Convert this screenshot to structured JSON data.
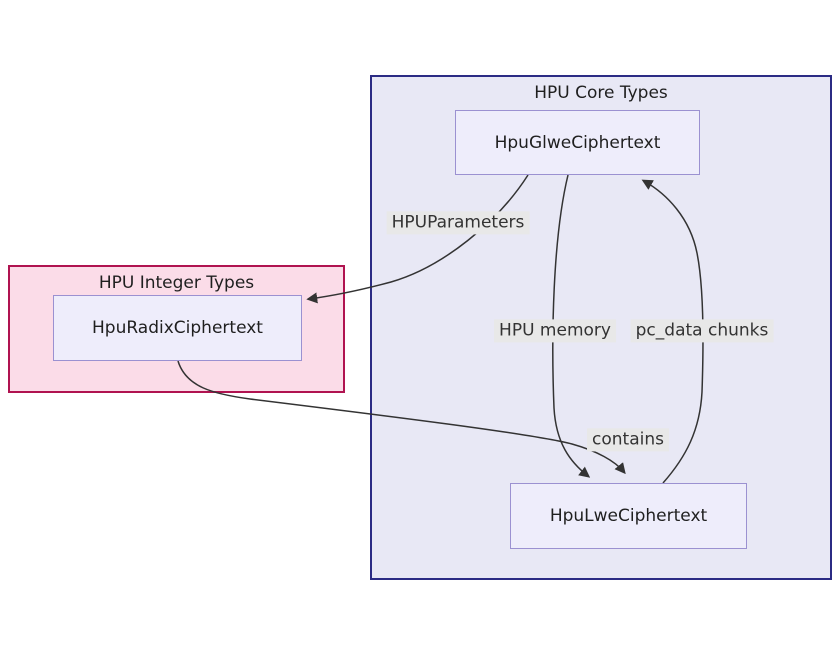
{
  "diagram": {
    "clusters": [
      {
        "id": "hpu-core-types",
        "title": "HPU Core Types"
      },
      {
        "id": "hpu-integer-types",
        "title": "HPU Integer Types"
      }
    ],
    "nodes": [
      {
        "id": "glwe",
        "label": "HpuGlweCiphertext",
        "cluster": "HPU Core Types"
      },
      {
        "id": "radix",
        "label": "HpuRadixCiphertext",
        "cluster": "HPU Integer Types"
      },
      {
        "id": "lwe",
        "label": "HpuLweCiphertext",
        "cluster": "HPU Core Types"
      }
    ],
    "edges": [
      {
        "from": "HpuGlweCiphertext",
        "to": "HpuRadixCiphertext",
        "label": "HPUParameters"
      },
      {
        "from": "HpuGlweCiphertext",
        "to": "HpuLweCiphertext",
        "label": "HPU memory"
      },
      {
        "from": "HpuLweCiphertext",
        "to": "HpuGlweCiphertext",
        "label": "pc_data chunks"
      },
      {
        "from": "HpuRadixCiphertext",
        "to": "HpuLweCiphertext",
        "label": "contains"
      }
    ],
    "colors": {
      "core_cluster_fill": "#e8e8f5",
      "core_cluster_border": "#2b2b84",
      "integer_cluster_fill": "#fbdce8",
      "integer_cluster_border": "#b01350",
      "node_fill": "#eeedfb",
      "node_border": "#9b91d1",
      "edge_color": "#333333",
      "edge_label_bg": "#e8e8e8",
      "text_color": "#1f1f1f"
    }
  }
}
